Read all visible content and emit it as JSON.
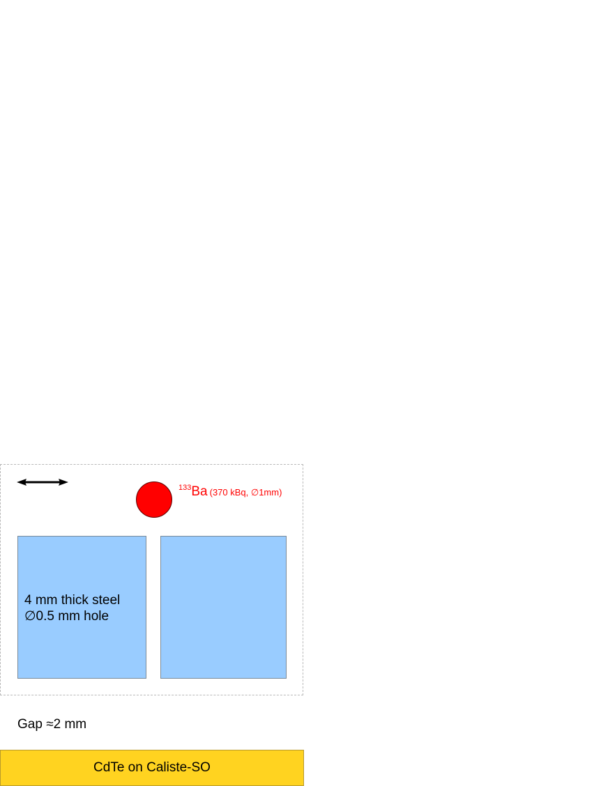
{
  "source": {
    "mass_number": "133",
    "element": "Ba",
    "details": "(370 kBq, ∅1mm)",
    "color": "#ff0000"
  },
  "steel": {
    "line1": "4 mm thick steel",
    "line2": "∅0.5 mm hole",
    "color": "#99ccff"
  },
  "gap": {
    "label": "Gap ≈2 mm"
  },
  "detector": {
    "label": "CdTe on Caliste-SO",
    "color": "#ffd320"
  },
  "motion_arrow": {
    "icon": "double-arrow-horizontal-icon"
  }
}
